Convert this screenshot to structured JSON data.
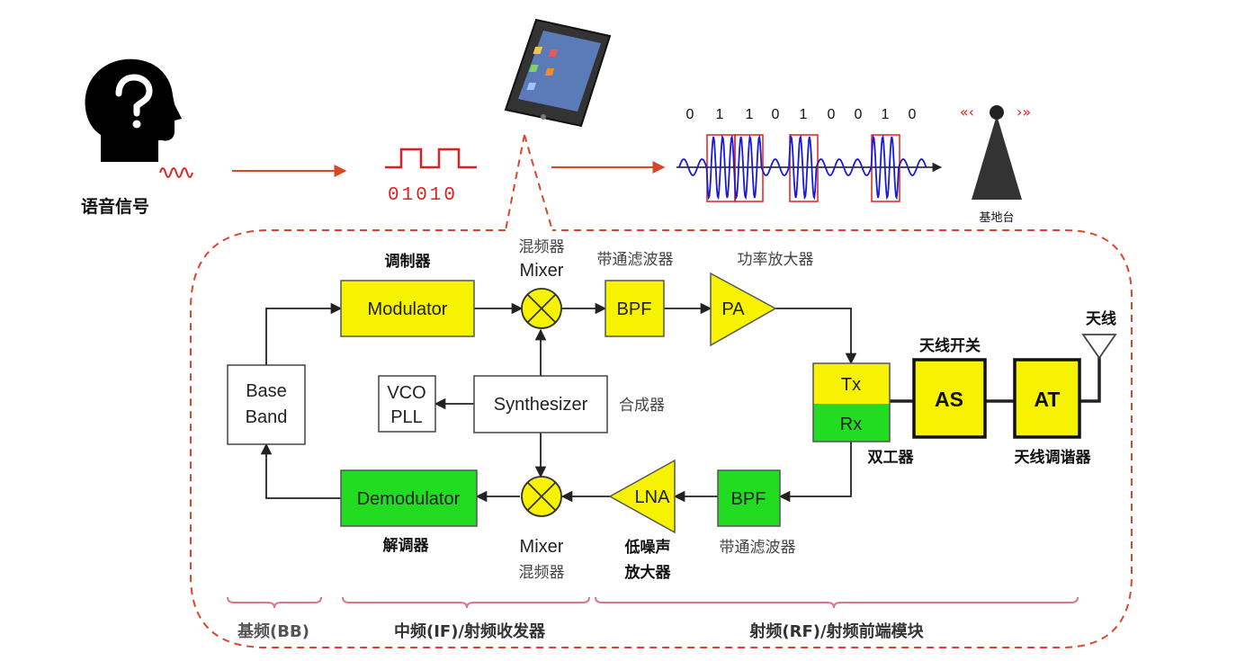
{
  "colors": {
    "yellow": "#f6f200",
    "green": "#22dc22",
    "red": "#d9472b",
    "wave_blue": "#1a1ad6",
    "signal_red": "#e02020"
  },
  "icons": [
    "head-question-icon",
    "smartphone-icon",
    "base-station-icon",
    "antenna-icon",
    "mixer-icon"
  ],
  "top": {
    "voice_label": "语音信号",
    "digital_bits": "01010",
    "modulated_bits": [
      "0",
      "1",
      "1",
      "0",
      "1",
      "0",
      "0",
      "1",
      "0"
    ],
    "base_station_label": "基地台"
  },
  "blocks": {
    "baseband_line1": "Base",
    "baseband_line2": "Band",
    "modulator": "Modulator",
    "demodulator": "Demodulator",
    "vco_line1": "VCO",
    "vco_line2": "PLL",
    "synthesizer": "Synthesizer",
    "bpf_tx": "BPF",
    "pa": "PA",
    "tx": "Tx",
    "rx": "Rx",
    "as": "AS",
    "at": "AT",
    "bpf_rx": "BPF",
    "lna": "LNA"
  },
  "labels": {
    "modulator_cn": "调制器",
    "mixer_top_cn": "混频器",
    "mixer_top_en": "Mixer",
    "bpf_tx_cn": "带通滤波器",
    "pa_cn": "功率放大器",
    "antenna_cn": "天线",
    "antenna_switch_cn": "天线开关",
    "synthesizer_cn": "合成器",
    "duplexer_cn": "双工器",
    "antenna_tuner_cn": "天线调谐器",
    "demodulator_cn": "解调器",
    "mixer_bottom_en": "Mixer",
    "mixer_bottom_cn": "混频器",
    "lna_cn_line1": "低噪声",
    "lna_cn_line2": "放大器",
    "bpf_rx_cn": "带通滤波器"
  },
  "sections": {
    "bb": "基频(BB)",
    "if": "中频(IF)/射频收发器",
    "rf": "射频(RF)/射频前端模块"
  }
}
